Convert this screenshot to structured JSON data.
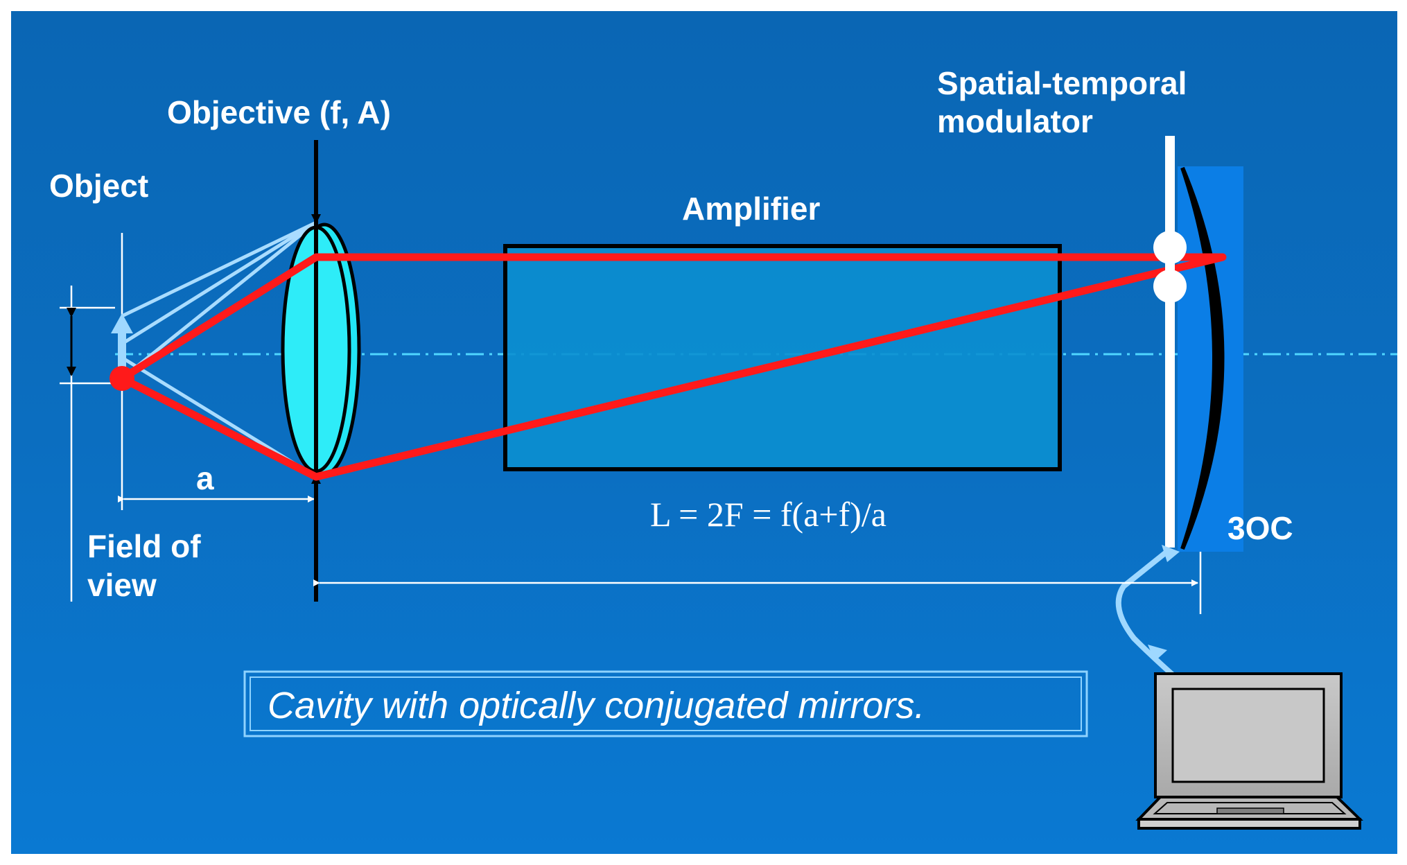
{
  "labels": {
    "objective": "Objective (f, A)",
    "object": "Object",
    "amplifier": "Amplifier",
    "modulator_line1": "Spatial-temporal",
    "modulator_line2": "modulator",
    "distance_a": "a",
    "field_of_view_line1": "Field of",
    "field_of_view_line2": "view",
    "mirror": "3OC",
    "formula": "L = 2F = f(a+f)/a"
  },
  "caption": "Cavity with optically conjugated mirrors.",
  "colors": {
    "background": "#0b6ec0",
    "beam": "#ff1a1a",
    "lens": "#22e6f5",
    "amplifier": "#0b8fd0",
    "axis": "#4fd6ff",
    "ray": "#a9dcff",
    "text": "#ffffff"
  }
}
